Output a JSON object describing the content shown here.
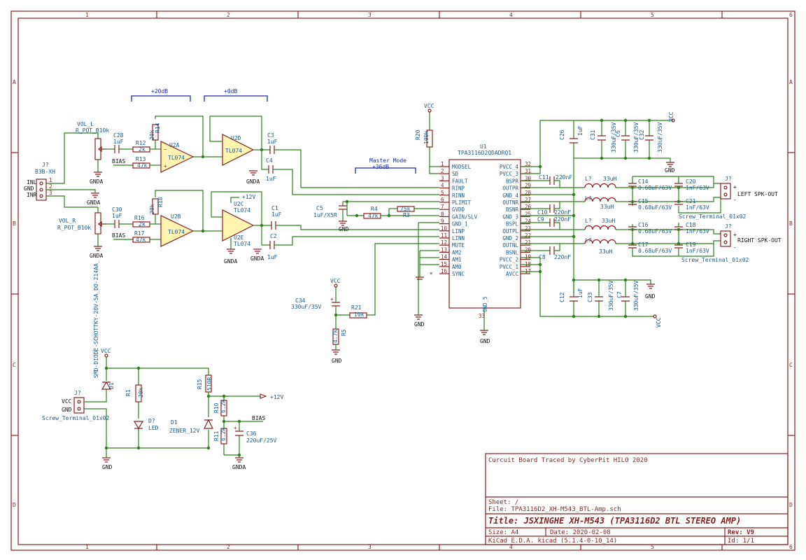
{
  "frame": {
    "col_labels": [
      "1",
      "2",
      "3",
      "4",
      "5",
      "6"
    ],
    "row_labels": [
      "A",
      "B",
      "C",
      "D"
    ]
  },
  "title_block": {
    "traced_by": "Curcuit Board Traced by CyberPit HILO 2020",
    "sheet": "Sheet: /",
    "file": "File: TPA3116D2_XH-M543_BTL-Amp.sch",
    "title": "Title: JSXINGHE XH-M543 (TPA3116D2 BTL STEREO AMP)",
    "size": "Size: A4",
    "date": "Date: 2020-02-08",
    "rev": "Rev: V9",
    "tool": "KiCad E.D.A.  kicad (5.1.4-0-10_14)",
    "id": "Id: 1/1"
  },
  "annotations": {
    "gain1": "+20dB",
    "gain2": "+0dB",
    "master_mode_1": "Master Mode",
    "master_mode_2": "+36dB"
  },
  "input": {
    "conn_ref": "J?",
    "conn_val": "B3B-XH",
    "pins": [
      "INL",
      "GND",
      "INR"
    ],
    "pin_nums": [
      "1",
      "2",
      "3"
    ],
    "pot_l_ref": "VOL_L",
    "pot_l_val": "R_POT_B10k",
    "pot_r_ref": "VOL_R",
    "pot_r_val": "R_POT_B10k"
  },
  "passives": {
    "c28": "C28",
    "c28v": "1uF",
    "c30": "C30",
    "c30v": "1uF",
    "r12": "R12",
    "r12v": "2k",
    "r13": "R13",
    "r13v": "47k",
    "r14": "R14",
    "r14v": "20k",
    "r16": "R16",
    "r16v": "2k",
    "r17": "R17",
    "r17v": "47k",
    "r18": "R18",
    "r18v": "20k",
    "c3": "C3",
    "c4": "C4",
    "c1": "C1",
    "c2": "C2",
    "cv": "1uF",
    "c5": "C5",
    "c5v": "1uF/X5R",
    "r4": "R4",
    "r4v": "47k",
    "r3": "R3",
    "r3v": "75k",
    "r20": "R20",
    "r20v": "100k",
    "r21": "R21",
    "r21v": "10k",
    "r5": "R5",
    "r5v": "4.7k",
    "c34": "C34",
    "c34v": "330uF/35V"
  },
  "opamps": {
    "u2a": "U2A",
    "u2b": "U2B",
    "u2d": "U2D",
    "u2c": "U2C",
    "u2e": "U2E",
    "val": "TL074"
  },
  "ic": {
    "ref": "U1",
    "val": "TPA3116D2QDADRQ1",
    "left_pins": [
      {
        "n": "1",
        "name": "MODSEL"
      },
      {
        "n": "2",
        "name": "SD"
      },
      {
        "n": "3",
        "name": "FAULT"
      },
      {
        "n": "4",
        "name": "RINP"
      },
      {
        "n": "5",
        "name": "RINN"
      },
      {
        "n": "6",
        "name": "PLIMIT"
      },
      {
        "n": "7",
        "name": "GVDD"
      },
      {
        "n": "8",
        "name": "GAIN/SLV"
      },
      {
        "n": "9",
        "name": "GND_1"
      },
      {
        "n": "10",
        "name": "LINP"
      },
      {
        "n": "11",
        "name": "LINN"
      },
      {
        "n": "12",
        "name": "MUTE"
      },
      {
        "n": "13",
        "name": "AM2"
      },
      {
        "n": "14",
        "name": "AM1"
      },
      {
        "n": "15",
        "name": "AM0"
      },
      {
        "n": "16",
        "name": "SYNC"
      }
    ],
    "right_pins": [
      {
        "n": "32",
        "name": "PVCC_4"
      },
      {
        "n": "31",
        "name": "PVCC_3"
      },
      {
        "n": "30",
        "name": "BSPR"
      },
      {
        "n": "29",
        "name": "OUTPR"
      },
      {
        "n": "28",
        "name": "GND_4"
      },
      {
        "n": "27",
        "name": "OUTNR"
      },
      {
        "n": "26",
        "name": "BSNR"
      },
      {
        "n": "25",
        "name": "GND_3"
      },
      {
        "n": "24",
        "name": "BSPL"
      },
      {
        "n": "23",
        "name": "OUTPL"
      },
      {
        "n": "22",
        "name": "GND_2"
      },
      {
        "n": "21",
        "name": "OUTNL"
      },
      {
        "n": "20",
        "name": "BSNL"
      },
      {
        "n": "19",
        "name": "PVCC_2"
      },
      {
        "n": "18",
        "name": "PVCC_1"
      },
      {
        "n": "17",
        "name": "AVCC"
      }
    ],
    "bottom_pin": "GND_5",
    "bottom_num": "33"
  },
  "output": {
    "c11": "C11",
    "c10": "C10",
    "c9": "C9",
    "c8": "C8",
    "bootv": "220nF",
    "l": "L?",
    "lv": "33uH",
    "c14": "C14",
    "c15": "C15",
    "c16": "C16",
    "c17": "C17",
    "cfv": "0.68uF/63V",
    "c20": "C20",
    "c21": "C21",
    "c18": "C18",
    "c19": "C19",
    "csv": "1nF/63V",
    "c26": "C26",
    "c26v": "1uF",
    "c31": "C31",
    "c31v": "330uF/35V",
    "c6": "C6",
    "c6v": "330uF/35V",
    "c32": "C32",
    "c32v": "330uF/35V",
    "c12": "C12",
    "c12v": "1uF",
    "c33": "C33",
    "c33v": "330uF/35V",
    "c7": "C7",
    "c7v": "330uF/35V",
    "j_left_ref": "J?",
    "j_right_ref": "J?",
    "j_val": "Screw_Terminal_01x02",
    "left_label": "LEFT SPK-OUT",
    "right_label": "RIGHT SPK-OUT",
    "plus": "+",
    "minus": "-"
  },
  "power": {
    "conn_ref": "J?",
    "conn_val": "Screw_Terminal_01x02",
    "vcc": "VCC",
    "gnd": "GND",
    "d1_ref": "D1",
    "d1_val": "SMD-DIODE-SCHOTTKY-20V-5A_DO-214AA_",
    "r1": "R1",
    "r1v": "20k",
    "d_led": "D?",
    "d_led_v": "LED",
    "d_zen": "D1",
    "d_zen_v": "ZENER_12V",
    "r15": "R15",
    "r15v": "510R",
    "r10": "R10",
    "r10v": "6.2k",
    "r11": "R11",
    "r11v": "6.2k",
    "c36": "C36",
    "c36v": "220uF/25V",
    "p12v": "+12V",
    "bias": "BIAS"
  },
  "nets": {
    "vcc": "VCC",
    "gnd": "GND",
    "gnda": "GNDA",
    "p12v": "+12V",
    "bias": "BIAS"
  }
}
